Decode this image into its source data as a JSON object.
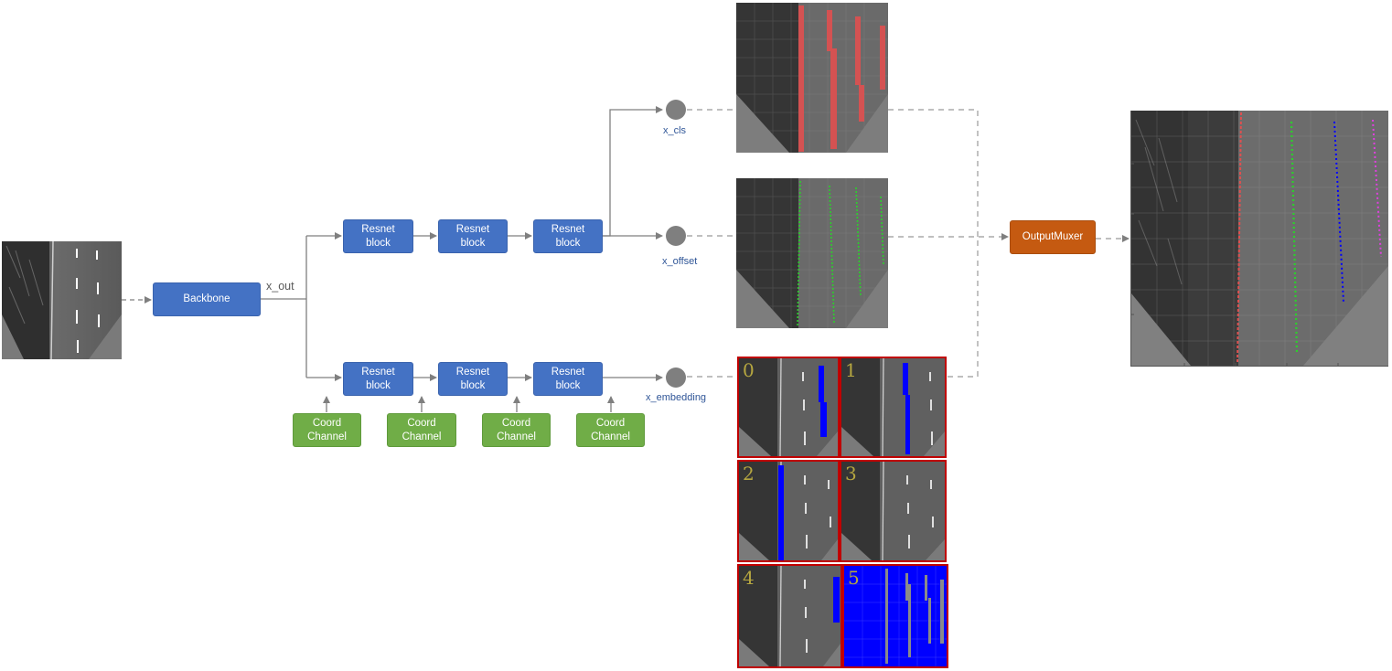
{
  "backbone": {
    "label": "Backbone",
    "output_label": "x_out"
  },
  "resnet_block_label": "Resnet\nblock",
  "coord_channel_label": "Coord\nChannel",
  "heads": {
    "cls": "x_cls",
    "offset": "x_offset",
    "embedding": "x_embedding"
  },
  "muxer": {
    "label": "OutputMuxer"
  },
  "embedding_cells": [
    "0",
    "1",
    "2",
    "3",
    "4",
    "5"
  ],
  "colors": {
    "block_blue": "#4472c4",
    "coord_green": "#70ad47",
    "muxer_orange": "#c55a11",
    "node_gray": "#7f7f7f",
    "cls_red": "#e05050",
    "offset_green": "#2bd12b",
    "embed_blue": "#0000ff",
    "cell_border_red": "#c00000"
  }
}
